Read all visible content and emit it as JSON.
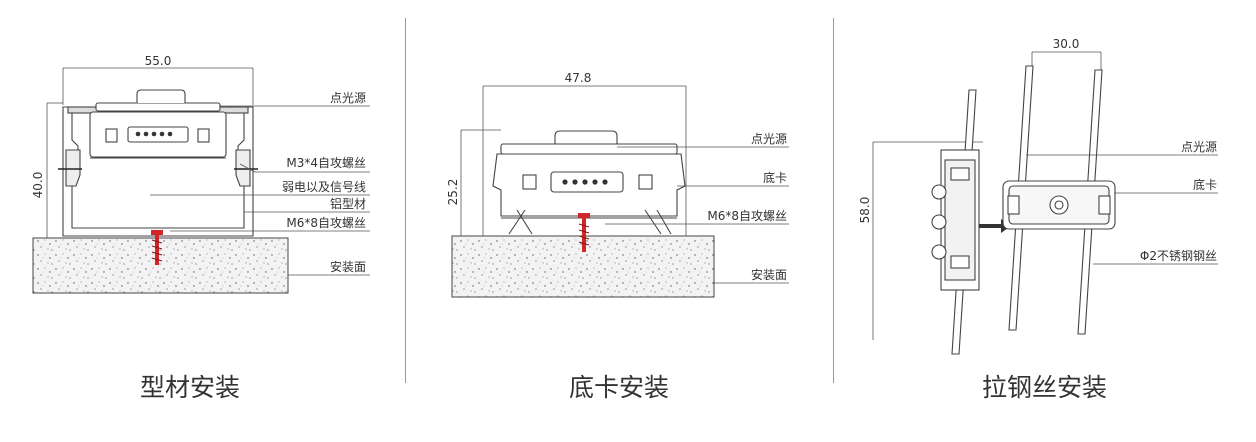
{
  "panels": [
    {
      "dimensions": {
        "width": "55.0",
        "height": "40.0"
      },
      "labels": {
        "point_light": "点光源",
        "screw_m3": "M3*4自攻螺丝",
        "wire": "弱电以及信号线",
        "profile": "铝型材",
        "screw_m6": "M6*8自攻螺丝",
        "surface": "安装面"
      },
      "caption": "型材安装"
    },
    {
      "dimensions": {
        "width": "47.8",
        "height": "25.2"
      },
      "labels": {
        "point_light": "点光源",
        "base_clip": "底卡",
        "screw_m6": "M6*8自攻螺丝",
        "surface": "安装面"
      },
      "caption": "底卡安装"
    },
    {
      "dimensions": {
        "width": "30.0",
        "height": "58.0"
      },
      "labels": {
        "point_light": "点光源",
        "base_clip": "底卡",
        "wire_rope": "Φ2不锈钢钢丝"
      },
      "caption": "拉钢丝安装"
    }
  ],
  "colors": {
    "screw": "#d0262a",
    "line": "#444444"
  }
}
